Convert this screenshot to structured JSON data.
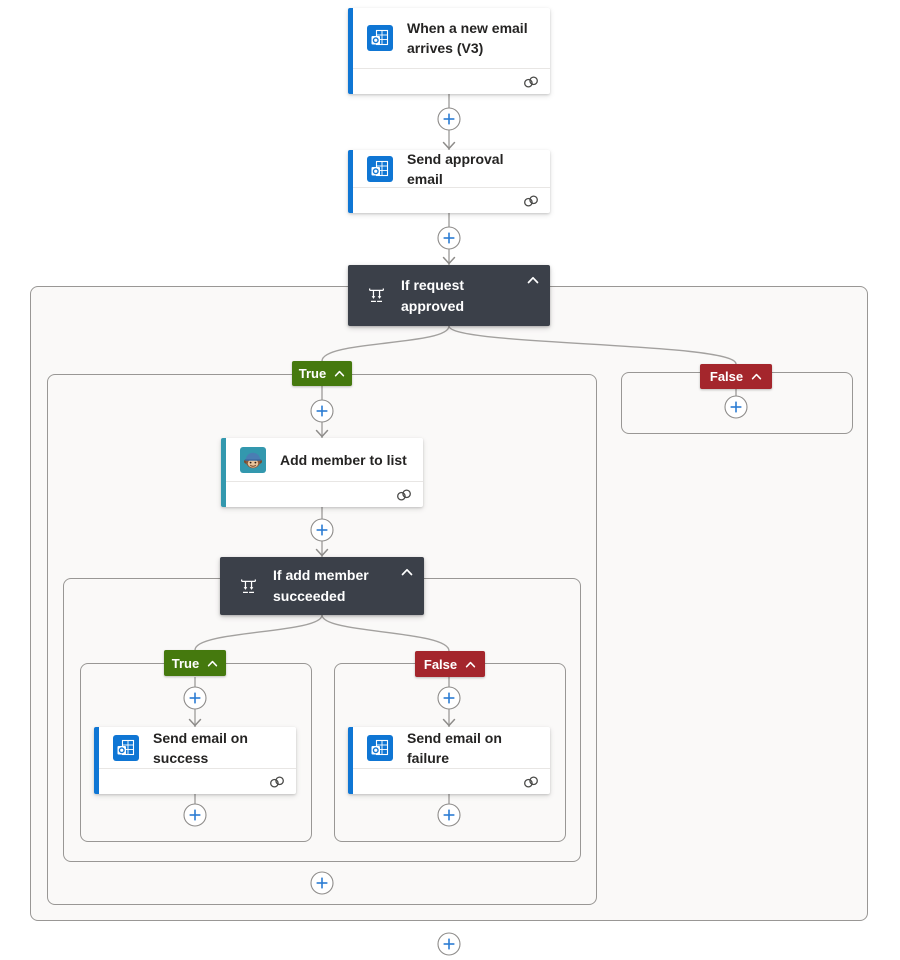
{
  "cards": {
    "trigger": {
      "title": "When a new email arrives (V3)",
      "icon": "outlook-icon"
    },
    "approval": {
      "title": "Send approval email",
      "icon": "outlook-icon"
    },
    "condition_outer": {
      "title": "If request approved",
      "icon": "condition-icon"
    },
    "add_member": {
      "title": "Add member to list",
      "icon": "mailchimp-icon"
    },
    "condition_inner": {
      "title": "If add member succeeded",
      "icon": "condition-icon"
    },
    "success": {
      "title": "Send email on success",
      "icon": "outlook-icon"
    },
    "failure": {
      "title": "Send email on failure",
      "icon": "outlook-icon"
    }
  },
  "badges": {
    "true_label": "True",
    "false_label": "False"
  },
  "colors": {
    "outlook_blue": "#0f76d4",
    "mailchimp_teal": "#3398ae",
    "condition_dark": "#3b4049",
    "true_green": "#45790e",
    "false_red": "#a4262c",
    "plus_blue": "#2b7cd3",
    "connector_gray": "#a3a19f",
    "container_bg": "#faf9f8",
    "container_border": "#999795"
  }
}
